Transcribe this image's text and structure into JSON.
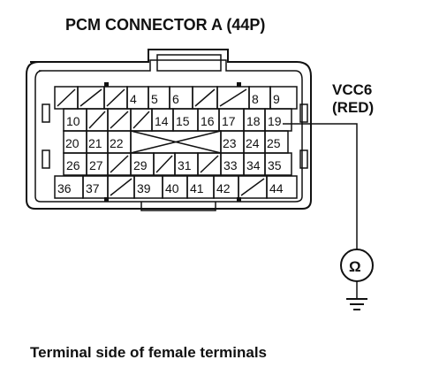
{
  "title": "PCM CONNECTOR A (44P)",
  "probe_label_1": "VCC6",
  "probe_label_2": "(RED)",
  "footer": "Terminal side of female terminals",
  "connector": {
    "rows": [
      [
        "",
        "",
        "",
        "4",
        "5",
        "6",
        "",
        "",
        "8",
        "9"
      ],
      [
        "10",
        "",
        "",
        "",
        "14",
        "15",
        "16",
        "17",
        "18",
        "19"
      ],
      [
        "20",
        "21",
        "22",
        "",
        "",
        "",
        "",
        "23",
        "24",
        "25"
      ],
      [
        "26",
        "27",
        "",
        "29",
        "",
        "31",
        "",
        "33",
        "34",
        "35"
      ],
      [
        "36",
        "37",
        "",
        "39",
        "40",
        "41",
        "42",
        "",
        "44"
      ]
    ]
  },
  "probe_terminal": "19",
  "meter_symbol": "Ω"
}
